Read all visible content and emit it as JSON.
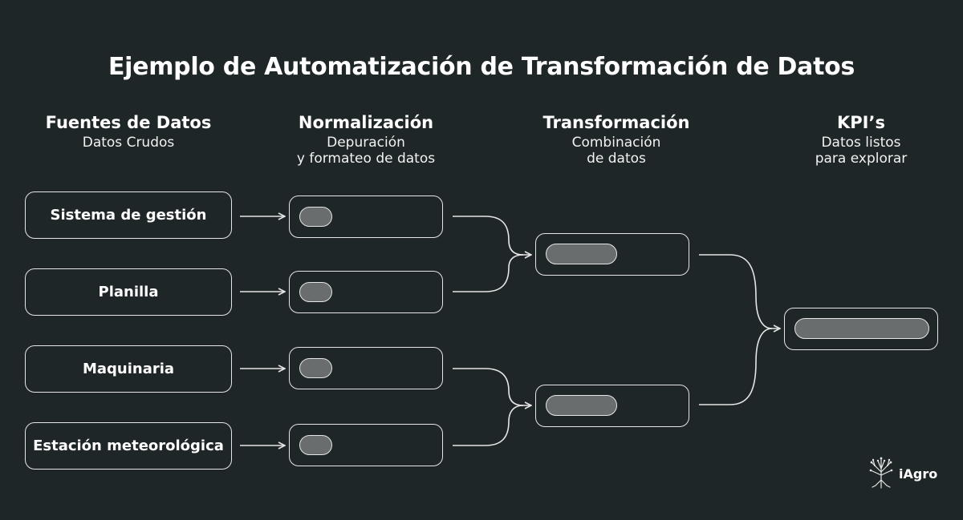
{
  "title": "Ejemplo de Automatización de Transformación de Datos",
  "columns": [
    {
      "heading": "Fuentes de Datos",
      "sub": [
        "Datos Crudos"
      ]
    },
    {
      "heading": "Normalización",
      "sub": [
        "Depuración",
        "y formateo de datos"
      ]
    },
    {
      "heading": "Transformación",
      "sub": [
        "Combinación",
        "de datos"
      ]
    },
    {
      "heading": "KPI’s",
      "sub": [
        "Datos listos",
        "para explorar"
      ]
    }
  ],
  "sources": [
    "Sistema de gestión",
    "Planilla",
    "Maquinaria",
    "Estación meteorológica"
  ],
  "logo": {
    "text": "iAgro",
    "icon": "tree-icon"
  },
  "colors": {
    "background": "#1f2628",
    "stroke": "#e6e6e6",
    "pill": "#6a6d6e",
    "text": "#ffffff"
  }
}
